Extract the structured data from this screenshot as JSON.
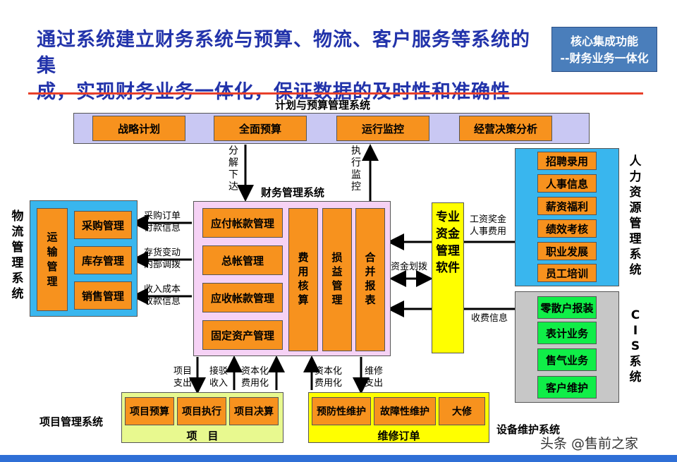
{
  "header": {
    "title_line1": "通过系统建立财务系统与预算、物流、客户服务等系统的集",
    "title_line2": "成，实现财务业务一体化，保证数据的及时性和准确性",
    "badge_line1": "核心集成功能",
    "badge_line2": "--财务业务一体化"
  },
  "planning": {
    "label": "计划与预算管理系统",
    "items": [
      "战略计划",
      "全面预算",
      "运行监控",
      "经营决策分析"
    ]
  },
  "finance": {
    "label": "财务管理系统",
    "left_items": [
      "应付帐款管理",
      "总帐管理",
      "应收帐款管理",
      "固定资产管理"
    ],
    "columns": [
      "费用核算",
      "损益管理",
      "合并报表"
    ]
  },
  "fund_software": "专业资金管理软件",
  "logistics": {
    "label": "物流管理系统",
    "transport": "运输管理",
    "items": [
      "采购管理",
      "库存管理",
      "销售管理"
    ]
  },
  "hr": {
    "label": "人力资源管理系统",
    "items": [
      "招聘录用",
      "人事信息",
      "薪资福利",
      "绩效考核",
      "职业发展",
      "员工培训"
    ]
  },
  "cis": {
    "label_letters": "CIS",
    "label_suffix": "系统",
    "items": [
      "零散户报装",
      "表计业务",
      "售气业务",
      "客户维护"
    ]
  },
  "project": {
    "label": "项目管理系统",
    "items": [
      "项目预算",
      "项目执行",
      "项目决算"
    ],
    "footer": "项　目"
  },
  "equipment": {
    "label": "设备维护系统",
    "items": [
      "预防性维护",
      "故障性维护",
      "大修"
    ],
    "footer": "维修订单"
  },
  "annotations": {
    "decompose": "分解下达",
    "execute_monitor": "执行监控",
    "purchase": [
      "采购订单",
      "付款信息"
    ],
    "inventory": [
      "存货变动",
      "内部调拨"
    ],
    "revenue": [
      "收入成本",
      "收款信息"
    ],
    "salary": [
      "工资奖金",
      "人事费用"
    ],
    "fund_transfer": "资金划拨",
    "fee_info": "收费信息",
    "project_expense": [
      "项目",
      "支出"
    ],
    "receive_income": [
      "接驳",
      "收入"
    ],
    "capitalize_1": [
      "资本化",
      "费用化"
    ],
    "capitalize_2": [
      "资本化",
      "费用化"
    ],
    "maintenance_expense": [
      "维修",
      "支出"
    ]
  },
  "watermark": "头条 @售前之家",
  "colors": {
    "orange": "#f7921e",
    "green": "#10ee48",
    "sky": "#39b6ee",
    "lavender": "#c9c8f3",
    "pink": "#f6d2f5",
    "title_blue": "#2233aa",
    "rule_red": "#e8402a"
  }
}
